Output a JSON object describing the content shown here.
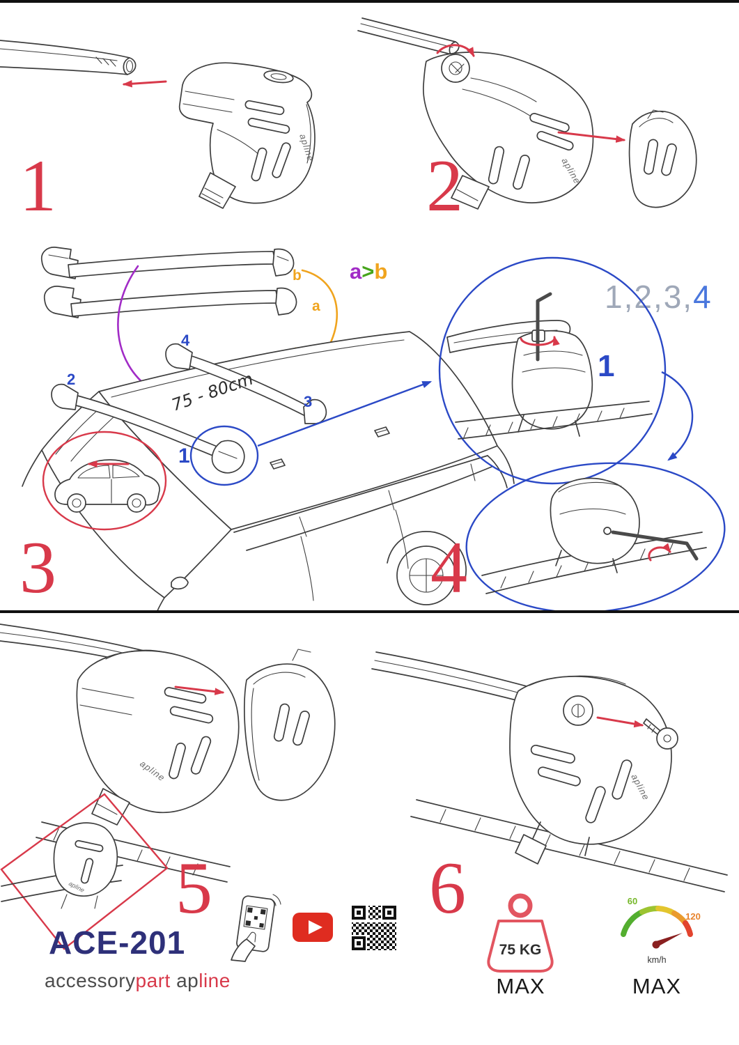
{
  "colors": {
    "red_accent": "#d8394a",
    "blue_accent": "#2b49c6",
    "purple": "#a12bc6",
    "green": "#46a51c",
    "orange": "#f0a41e",
    "navy": "#2e3079",
    "line_art": "#3e3e3e",
    "youtube_red": "#df2c20"
  },
  "steps": {
    "s1": "1",
    "s2": "2",
    "s3": "3",
    "s4": "4",
    "s5": "5",
    "s6": "6"
  },
  "assembly": {
    "bar_label_a": "a",
    "bar_label_b": "b",
    "compare": {
      "a": "a",
      "gt": ">",
      "b": "b"
    },
    "sequence": {
      "gray": "1,2,3,",
      "blue": "4"
    },
    "measurement": "75 - 80cm",
    "positions": {
      "p1": "1",
      "p2": "2",
      "p3": "3",
      "p4": "4"
    },
    "detail_step": "1"
  },
  "artwork": {
    "foot_logo": "apline"
  },
  "footer": {
    "model": "ACE-201",
    "brand": {
      "accessory": "accessory",
      "part": "part",
      "ap": "ap",
      "line": "line"
    },
    "weight": {
      "value": "75 KG",
      "max": "MAX"
    },
    "speed": {
      "low": "60",
      "high": "120",
      "unit": "km/h",
      "max": "MAX"
    }
  }
}
